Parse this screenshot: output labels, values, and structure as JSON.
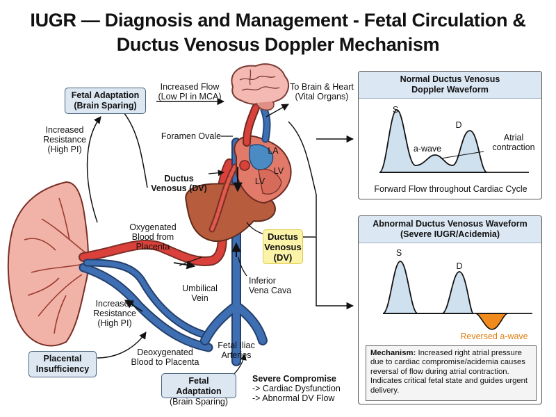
{
  "title": {
    "line1": "IUGR — Diagnosis and Management - Fetal Circulation &",
    "line2": "Ductus Venosus Doppler Mechanism"
  },
  "labels": {
    "increased_flow_1": "Increased Flow",
    "increased_flow_2": "(Low PI in MCA)",
    "to_brain_1": "To Brain & Heart",
    "to_brain_2": "(Vital Organs)",
    "foramen_ovale": "Foramen Ovale",
    "ductus_venosus_dv_1": "Ductus",
    "ductus_venosus_dv_2": "Venosus (DV)",
    "la": "LA",
    "lv_1": "LV",
    "lv_2": "LV",
    "increased_resistance_top_1": "Increased",
    "increased_resistance_top_2": "Resistance",
    "increased_resistance_top_3": "(High PI)",
    "oxygenated_1": "Oxygenated",
    "oxygenated_2": "Blood from",
    "oxygenated_3": "Placenta",
    "umbilical_vein_1": "Umbilical",
    "umbilical_vein_2": "Vein",
    "inferior_vena_cava_1": "Inferior",
    "inferior_vena_cava_2": "Vena Cava",
    "increased_resistance_bottom_1": "Increased",
    "increased_resistance_bottom_2": "Resistance",
    "increased_resistance_bottom_3": "(High PI)",
    "deoxygenated_1": "Deoxygenated",
    "deoxygenated_2": "Blood to Placenta",
    "fetal_iliac_1": "Fetal Iliac",
    "fetal_iliac_2": "Arteries",
    "severe_compromise_title": "Severe Compromise",
    "severe_compromise_line1": "-> Cardiac Dysfunction",
    "severe_compromise_line2": "-> Abnormal DV Flow"
  },
  "boxes": {
    "fetal_adaptation_top_1": "Fetal Adaptation",
    "fetal_adaptation_top_2": "(Brain Sparing)",
    "placental_insufficiency_1": "Placental",
    "placental_insufficiency_2": "Insufficiency",
    "fetal_adaptation_bottom_1": "Fetal Adaptation",
    "fetal_adaptation_bottom_2": "(Brain Sparing)",
    "ductus_venosus_highlight_1": "Ductus",
    "ductus_venosus_highlight_2": "Venosus",
    "ductus_venosus_highlight_3": "(DV)"
  },
  "normal_panel": {
    "title_1": "Normal Ductus Venosus",
    "title_2": "Doppler Waveform",
    "s_label": "S",
    "d_label": "D",
    "a_wave_label": "a-wave",
    "atrial_1": "Atrial",
    "atrial_2": "contraction",
    "caption": "Forward Flow throughout Cardiac Cycle"
  },
  "abnormal_panel": {
    "title_1": "Abnormal Ductus Venosus Waveform",
    "title_2": "(Severe IUGR/Acidemia)",
    "s_label": "S",
    "d_label": "D",
    "reversed_label": "Reversed a-wave"
  },
  "mechanism": {
    "heading": "Mechanism:",
    "text": "Increased right atrial pressure due to cardiac compromise/acidemia causes reversal of flow during atrial contraction. Indicates critical fetal state and guides urgent delivery."
  },
  "colors": {
    "artery_red": "#d9413a",
    "vein_blue": "#3f6fb3",
    "liver_brown": "#b85c3e",
    "wave_fill": "#cfe0ef",
    "reversed_orange": "#f08a1c",
    "highlight_yellow": "#fbf3a8"
  }
}
